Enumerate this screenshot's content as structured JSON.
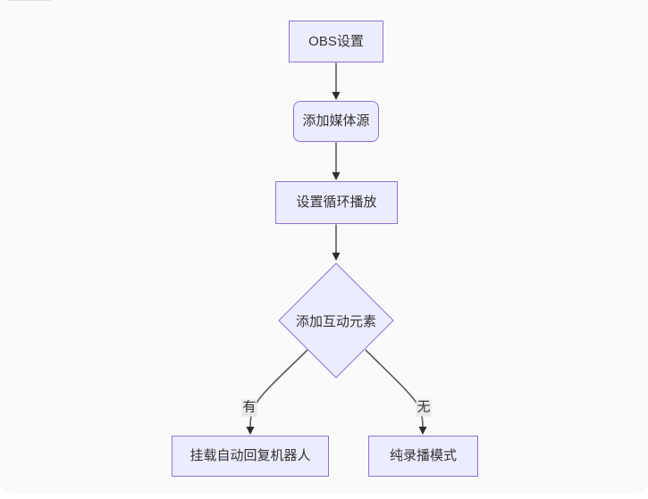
{
  "diagram": {
    "type": "flowchart",
    "direction": "top-down",
    "nodes": [
      {
        "id": "obs",
        "label": "OBS设置",
        "shape": "rectangle"
      },
      {
        "id": "media",
        "label": "添加媒体源",
        "shape": "rounded-rectangle"
      },
      {
        "id": "loop",
        "label": "设置循环播放",
        "shape": "rectangle"
      },
      {
        "id": "decision",
        "label": "添加互动元素",
        "shape": "diamond"
      },
      {
        "id": "robot",
        "label": "挂载自动回复机器人",
        "shape": "rectangle"
      },
      {
        "id": "record",
        "label": "纯录播模式",
        "shape": "rectangle"
      }
    ],
    "edges": [
      {
        "from": "obs",
        "to": "media",
        "label": ""
      },
      {
        "from": "media",
        "to": "loop",
        "label": ""
      },
      {
        "from": "loop",
        "to": "decision",
        "label": ""
      },
      {
        "from": "decision",
        "to": "robot",
        "label": "有"
      },
      {
        "from": "decision",
        "to": "record",
        "label": "无"
      }
    ],
    "colors": {
      "node_fill": "#ECECFF",
      "node_border": "#9370DB",
      "edge_line": "#5b5b5b",
      "arrowhead": "#2b2b2b",
      "edge_label_bg": "#e8e8e8",
      "text": "#333333",
      "canvas_bg": "#fafafa"
    }
  }
}
